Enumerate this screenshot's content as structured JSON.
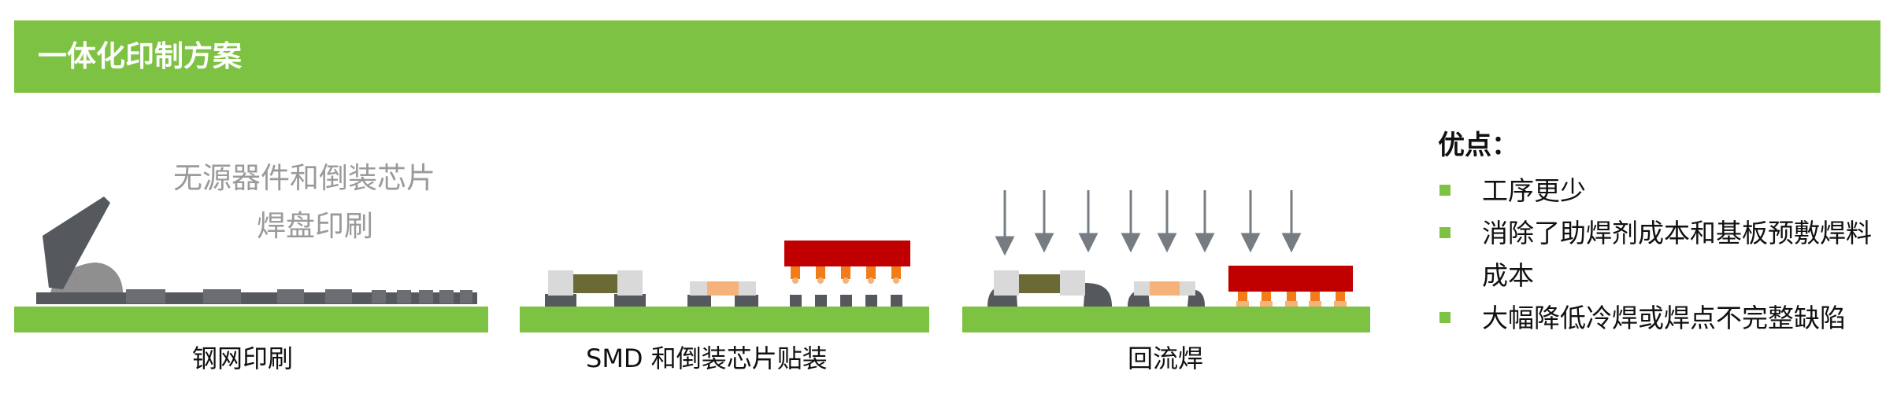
{
  "header": {
    "title": "一体化印制方案"
  },
  "colors": {
    "accent_green": "#7dc242",
    "substrate_green": "#7dc242",
    "pad_dark_gray": "#55585c",
    "component_body_olive": "#6b6a36",
    "component_small_orange": "#f5b27a",
    "chip_red": "#c00000",
    "bump_orange": "#f07d1a",
    "arrow_gray": "#777c82",
    "note_gray": "#9a9a9a"
  },
  "stages": [
    {
      "caption": "钢网印刷",
      "note_lines": [
        "无源器件和倒装芯片",
        "焊盘印刷"
      ]
    },
    {
      "caption": "SMD 和倒装芯片贴装"
    },
    {
      "caption": "回流焊"
    }
  ],
  "advantages": {
    "title": "优点：",
    "items": [
      "工序更少",
      "消除了助焊剂成本和基板预敷焊料成本",
      "大幅降低冷焊或焊点不完整缺陷"
    ]
  }
}
